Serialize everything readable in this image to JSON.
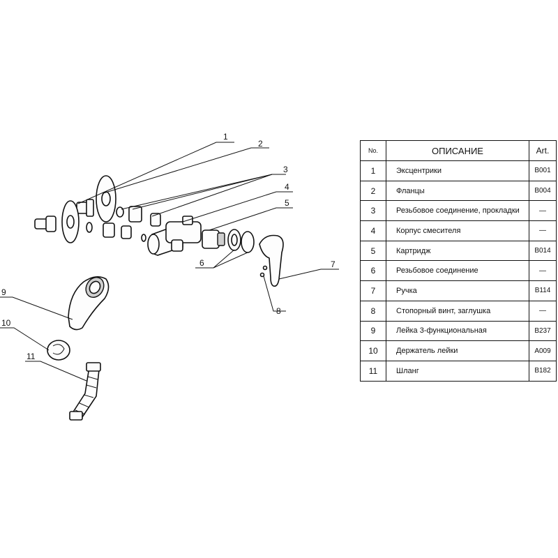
{
  "table": {
    "headers": {
      "no": "No.",
      "description": "ОПИСАНИЕ",
      "art": "Art."
    },
    "rows": [
      {
        "no": "1",
        "description": "Эксцентрики",
        "art": "B001"
      },
      {
        "no": "2",
        "description": "Фланцы",
        "art": "B004"
      },
      {
        "no": "3",
        "description": "Резьбовое соединение, прокладки",
        "art": "—"
      },
      {
        "no": "4",
        "description": "Корпус смесителя",
        "art": "—"
      },
      {
        "no": "5",
        "description": "Картридж",
        "art": "B014"
      },
      {
        "no": "6",
        "description": "Резьбовое соединение",
        "art": "—"
      },
      {
        "no": "7",
        "description": "Ручка",
        "art": "B114"
      },
      {
        "no": "8",
        "description": "Стопорный винт, заглушка",
        "art": "—"
      },
      {
        "no": "9",
        "description": "Лейка 3-функциональная",
        "art": "B237"
      },
      {
        "no": "10",
        "description": "Держатель лейки",
        "art": "A009"
      },
      {
        "no": "11",
        "description": "Шланг",
        "art": "B182"
      }
    ]
  },
  "callouts": {
    "c1": "1",
    "c2": "2",
    "c3": "3",
    "c4": "4",
    "c5": "5",
    "c6": "6",
    "c7": "7",
    "c8": "8",
    "c9": "9",
    "c10": "10",
    "c11": "11"
  }
}
